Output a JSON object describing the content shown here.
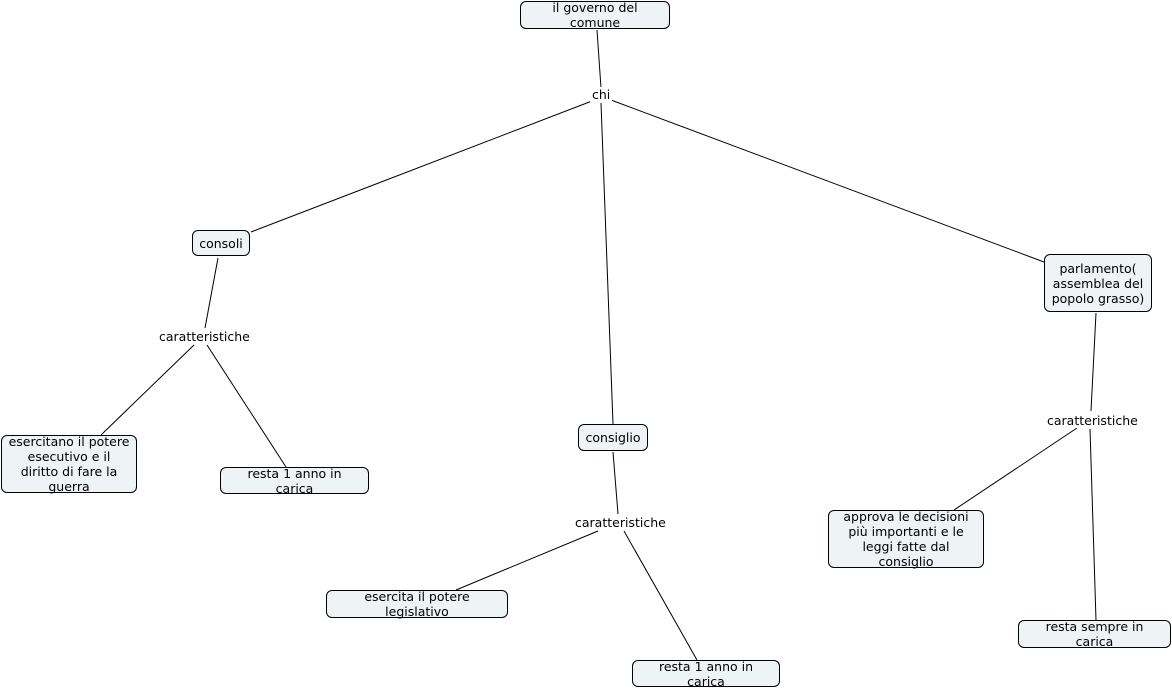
{
  "nodes": {
    "root": "il governo del comune",
    "consoli": "consoli",
    "consiglio": "consiglio",
    "parlamento": "parlamento( assemblea del popolo grasso)",
    "consoli_potere": "esercitano il potere esecutivo e il diritto di fare la guerra",
    "consoli_anno": "resta 1 anno in carica",
    "consiglio_potere": "esercita il potere legislativo",
    "consiglio_anno": "resta 1 anno in carica",
    "parlamento_decisioni": "approva le decisioni più importanti e le leggi fatte dal consiglio",
    "parlamento_sempre": "resta sempre in carica"
  },
  "phrases": {
    "chi": "chi",
    "car_consoli": "caratteristiche",
    "car_consiglio": "caratteristiche",
    "car_parlamento": "caratteristiche"
  },
  "colors": {
    "node_fill": "#eef3f6",
    "node_border": "#000000",
    "line": "#000000",
    "background": "#ffffff"
  }
}
